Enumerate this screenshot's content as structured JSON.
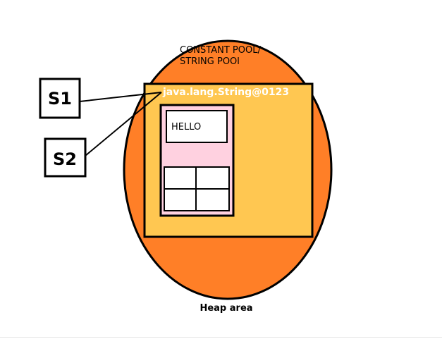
{
  "diagram": {
    "pool_label_line1": "CONSTANT POOL/",
    "pool_label_line2": "STRING POOl",
    "object_reference": "java.lang.String@0123",
    "string_value": "HELLO",
    "variable_1": "S1",
    "variable_2": "S2",
    "heap_label": "Heap area"
  },
  "colors": {
    "heap_fill": "#ff7f27",
    "pool_fill": "#ffc751",
    "object_fill": "#ffd1e0",
    "box_fill": "#ffffff",
    "stroke": "#000000"
  }
}
